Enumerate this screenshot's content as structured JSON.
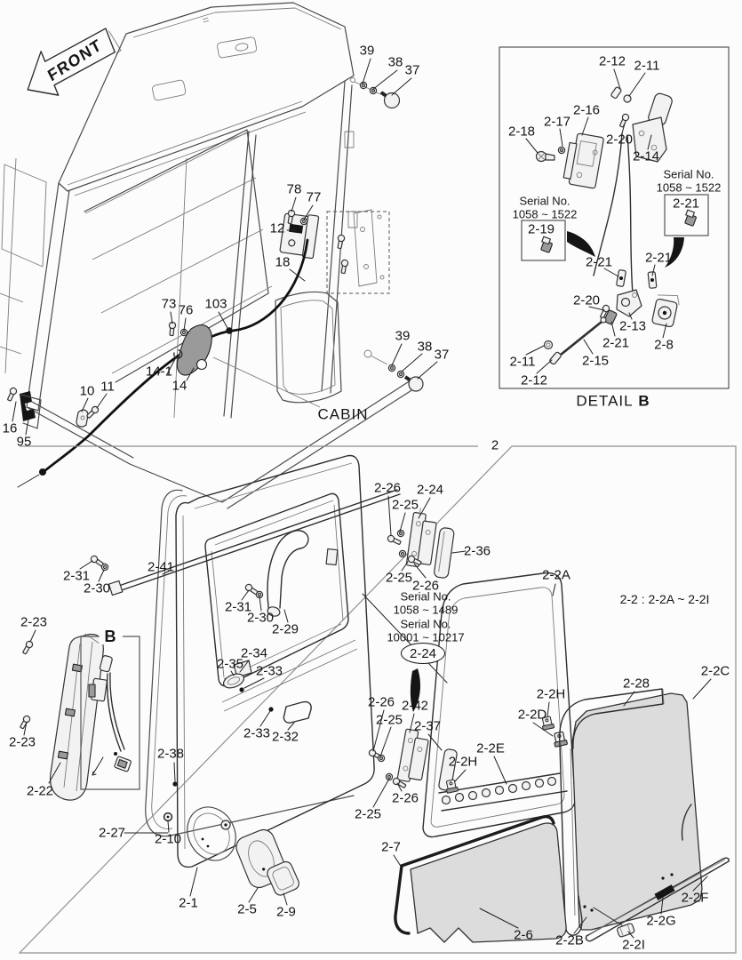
{
  "front_arrow": {
    "label": "FRONT"
  },
  "cabin": {
    "caption": "CABIN",
    "labels": {
      "p39a": "39",
      "p38a": "38",
      "p37a": "37",
      "p78": "78",
      "p77": "77",
      "p12": "12",
      "p18": "18",
      "p73": "73",
      "p76": "76",
      "p103": "103",
      "p14_1": "14-1",
      "p14": "14",
      "p16": "16",
      "p95": "95",
      "p10": "10",
      "p11": "11",
      "p39b": "39",
      "p38b": "38",
      "p37b": "37"
    }
  },
  "detail_b": {
    "caption_word": "DETAIL",
    "caption_letter": "B",
    "serial_right": {
      "l1": "Serial No.",
      "l2": "1058 ~ 1522",
      "part": "2-21"
    },
    "serial_left": {
      "l1": "Serial No.",
      "l2": "1058 ~ 1522",
      "part": "2-19"
    },
    "labels": {
      "p2_12a": "2-12",
      "p2_11a": "2-11",
      "p2_16": "2-16",
      "p2_17": "2-17",
      "p2_18": "2-18",
      "p2_20a": "2-20",
      "p2_14": "2-14",
      "p2_21a": "2-21",
      "p2_21b": "2-21",
      "p2_20b": "2-20",
      "p2_13": "2-13",
      "p2_21c": "2-21",
      "p2_8": "2-8",
      "p2_11b": "2-11",
      "p2_15": "2-15",
      "p2_12b": "2-12"
    }
  },
  "door_group": {
    "group_label": "2",
    "range_note": "2-2 : 2-2A ~ 2-2I",
    "inset_letter": "B",
    "circled_label": "2-24",
    "serial_note": {
      "l1": "Serial No.",
      "l2": "1058 ~ 1489",
      "l3": "Serial No.",
      "l4": "10001 ~ 10217"
    },
    "labels": {
      "p2_26a": "2-26",
      "p2_24a": "2-24",
      "p2_25a": "2-25",
      "p2_36": "2-36",
      "p2_25b": "2-25",
      "p2_26b": "2-26",
      "p2_41": "2-41",
      "p2_31a": "2-31",
      "p2_30a": "2-30",
      "p2_31b": "2-31",
      "p2_30b": "2-30",
      "p2_29": "2-29",
      "p2_23a": "2-23",
      "p2_34": "2-34",
      "p2_35": "2-35",
      "p2_33a": "2-33",
      "p2_23b": "2-23",
      "p2_22": "2-22",
      "p2_38": "2-38",
      "p2_33b": "2-33",
      "p2_32": "2-32",
      "p2_26c": "2-26",
      "p2_42": "2-42",
      "p2_25c": "2-25",
      "p2_37": "2-37",
      "p2_26d": "2-26",
      "p2_25d": "2-25",
      "p2_27": "2-27",
      "p2_10": "2-10",
      "p2_1": "2-1",
      "p2_5": "2-5",
      "p2_9": "2-9",
      "p2_2A": "2-2A",
      "p2_2C": "2-2C",
      "p2_28": "2-28",
      "p2_2Ha": "2-2H",
      "p2_2D": "2-2D",
      "p2_2E": "2-2E",
      "p2_2Hb": "2-2H",
      "p2_7": "2-7",
      "p2_6": "2-6",
      "p2_2B": "2-2B",
      "p2_2I": "2-2I",
      "p2_2G": "2-2G",
      "p2_2F": "2-2F"
    }
  }
}
